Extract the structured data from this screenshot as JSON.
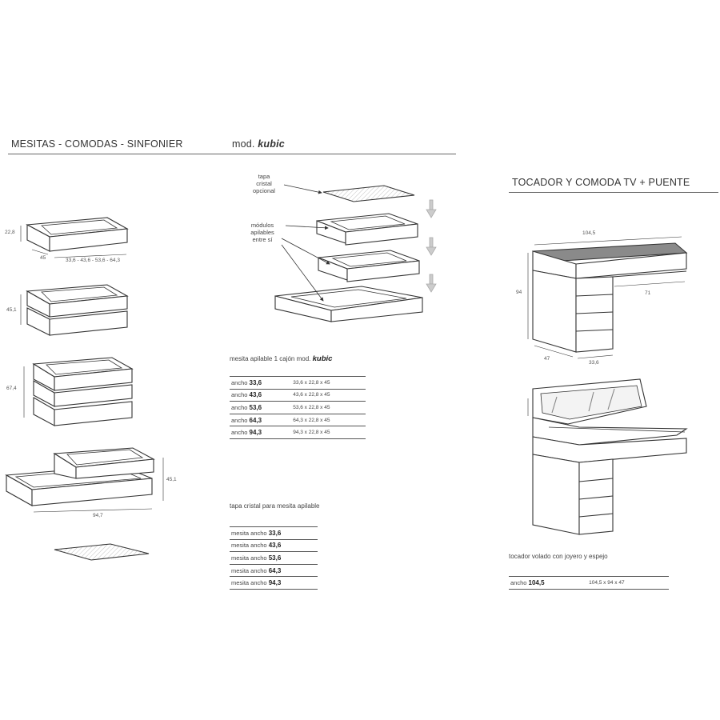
{
  "header": {
    "left_title": "MESITAS - COMODAS - SINFONIER",
    "model_prefix": "mod.",
    "model_name": "kubic",
    "right_title": "TOCADOR Y COMODA TV + PUENTE"
  },
  "left_dims": {
    "h1": "22,8",
    "depth": "45",
    "widths": "33,6 - 43,6 - 53,6 - 64,3",
    "h2": "45,1",
    "h3": "67,4",
    "h4": "45,1",
    "w4": "94,7"
  },
  "exploded": {
    "label_top": "tapa\ncristal\nopcional",
    "label_mid": "módulos\napilables\nentre sí"
  },
  "table1": {
    "title_prefix": "mesita apilable 1 cajón mod.",
    "title_model": "kubic",
    "rows": [
      {
        "label": "ancho",
        "value": "33,6",
        "dims": "33,6 x 22,8 x 45"
      },
      {
        "label": "ancho",
        "value": "43,6",
        "dims": "43,6 x 22,8 x 45"
      },
      {
        "label": "ancho",
        "value": "53,6",
        "dims": "53,6 x 22,8 x 45"
      },
      {
        "label": "ancho",
        "value": "64,3",
        "dims": "64,3 x 22,8 x 45"
      },
      {
        "label": "ancho",
        "value": "94,3",
        "dims": "94,3 x 22,8 x 45"
      }
    ]
  },
  "table2": {
    "title": "tapa cristal para mesita apilable",
    "rows": [
      {
        "label": "mesita ancho",
        "value": "33,6"
      },
      {
        "label": "mesita ancho",
        "value": "43,6"
      },
      {
        "label": "mesita ancho",
        "value": "53,6"
      },
      {
        "label": "mesita ancho",
        "value": "64,3"
      },
      {
        "label": "mesita ancho",
        "value": "94,3"
      }
    ]
  },
  "vanity": {
    "dim_width": "104,5",
    "dim_height": "94",
    "dim_bridge": "71",
    "dim_depth": "47",
    "dim_chest": "33,6",
    "caption": "tocador volado con joyero y espejo",
    "row": {
      "label": "ancho",
      "value": "104,5",
      "dims": "104,5 x 94 x 47"
    }
  }
}
